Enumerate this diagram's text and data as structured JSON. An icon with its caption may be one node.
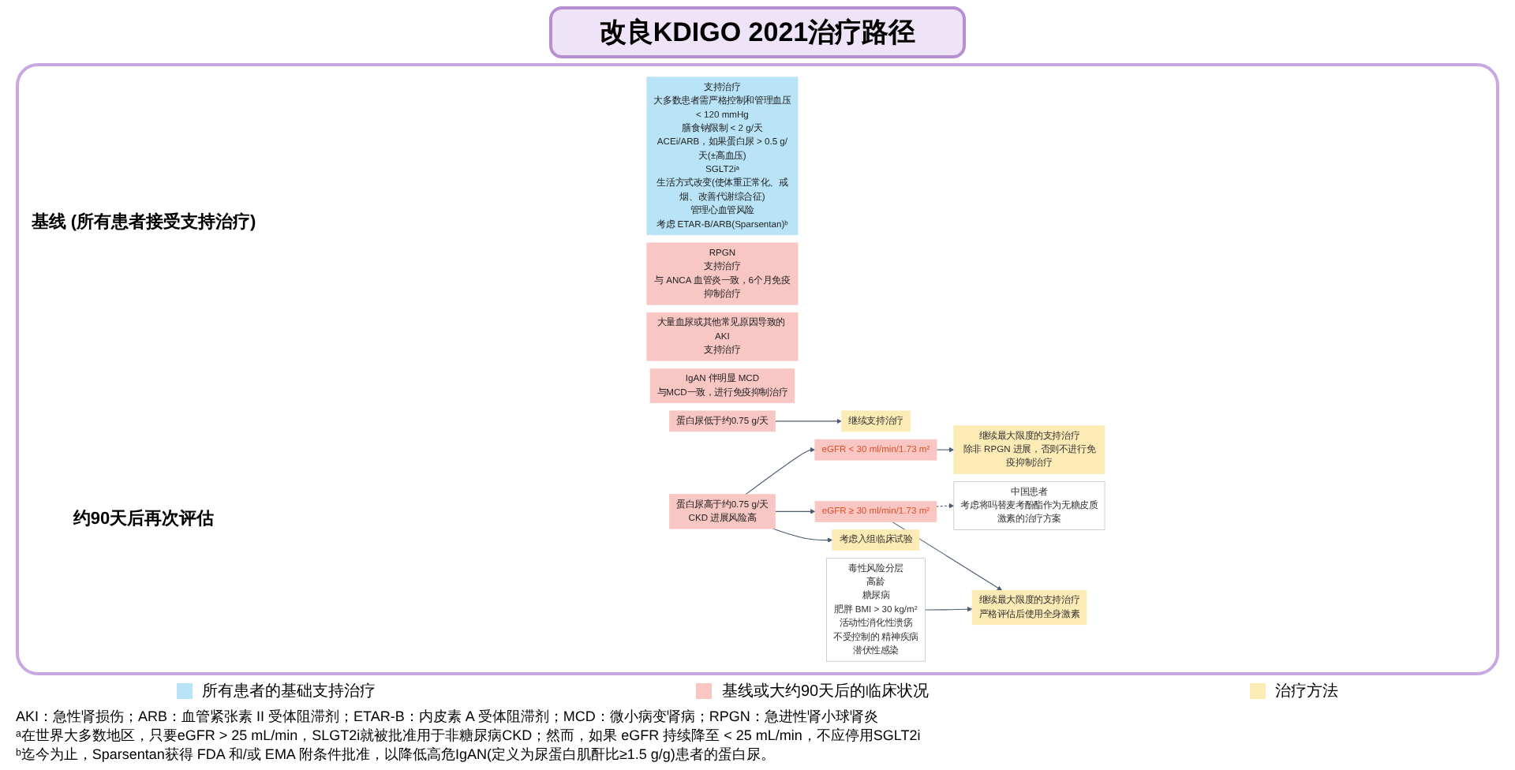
{
  "diagram": {
    "title": "改良KDIGO 2021治疗路径",
    "nodes": [
      {
        "text": [
          "支持治疗",
          "大多数患者需严格控制和管理血压< 120 mmHg",
          "膳食钠限制 < 2 g/天",
          "ACEi/ARB，如果蛋白尿 > 0.5 g/天(±高血压)",
          "SGLT2iᵃ",
          "生活方式改变(使体重正常化、戒烟、改善代谢综合征)",
          "管理心血管风险",
          "考虑 ETAR-B/ARB(Sparsentan)ᵇ"
        ]
      },
      {
        "text": [
          "RPGN",
          "支持治疗",
          "与 ANCA 血管炎一致，6个月免疫抑制治疗"
        ]
      },
      {
        "text": [
          "大量血尿或其他常见原因导致的 AKI",
          "支持治疗"
        ]
      },
      {
        "text": [
          "IgAN 伴明显 MCD",
          "与MCD一致，进行免疫抑制治疗"
        ]
      },
      {
        "text": [
          "蛋白尿低于约0.75 g/天"
        ]
      },
      {
        "text": [
          "蛋白尿高于约0.75 g/天",
          "CKD 进展风险高"
        ]
      },
      {
        "text": [
          "eGFR ≥ 30 ml/min/1.73 m²"
        ]
      },
      {
        "text": [
          "eGFR < 30 ml/min/1.73 m²"
        ]
      },
      {
        "text": [
          "继续支持治疗"
        ]
      },
      {
        "text": [
          "考虑入组临床试验"
        ]
      },
      {
        "text": [
          "继续最大限度的支持治疗",
          "除非 RPGN 进展，否则不进行免疫抑制治疗"
        ]
      },
      {
        "text": [
          "毒性风险分层",
          "高龄",
          "糖尿病",
          "肥胖 BMI > 30 kg/m²",
          "活动性消化性溃疡",
          "不受控制的 精神疾病",
          "潜伏性感染"
        ]
      },
      {
        "text": [
          "继续最大限度的支持治疗",
          "严格评估后使用全身激素"
        ]
      },
      {
        "text": [
          "中国患者",
          "考虑将吗替麦考酚酯作为无糖皮质激素的治疗方案"
        ]
      }
    ],
    "edges": [
      {
        "from": 4,
        "to": 8,
        "arrow": "to"
      },
      {
        "from": 5,
        "to": 9,
        "arrow": "to"
      },
      {
        "from": 5,
        "to": 6,
        "arrow": "to"
      },
      {
        "from": 5,
        "to": 7,
        "arrow": "to"
      },
      {
        "from": 7,
        "to": 10,
        "arrow": "to"
      },
      {
        "from": 6,
        "to": 12,
        "arrow": "to"
      },
      {
        "from": 11,
        "to": 12,
        "arrow": "to"
      },
      {
        "from": 6,
        "to": 13,
        "arrow": "to",
        "style": "dashed"
      }
    ],
    "labels": [
      "基线 (所有患者接受支持治疗)",
      "约90天后再次评估",
      "AKI：急性肾损伤；ARB：血管紧张素 II 受体阻滞剂；ETAR-B：内皮素 A 受体阻滞剂；MCD：微小病变肾病；RPGN：急进性肾小球肾炎",
      "ᵃ在世界大多数地区，只要eGFR > 25 mL/min，SLGT2i就被批准用于非糖尿病CKD；然而，如果 eGFR 持续降至 < 25 mL/min，不应停用SGLT2i",
      "ᵇ迄今为止，Sparsentan获得 FDA 和/或 EMA 附条件批准，以降低高危IgAN(定义为尿蛋白肌酐比≥1.5 g/g)患者的蛋白尿。"
    ],
    "legend": [
      {
        "text": "所有患者的基础支持治疗",
        "color": "#b9e4f7"
      },
      {
        "text": "基线或大约90天后的临床状况",
        "color": "#f8c7c3"
      },
      {
        "text": "治疗方法",
        "color": "#fdebb6"
      }
    ]
  }
}
